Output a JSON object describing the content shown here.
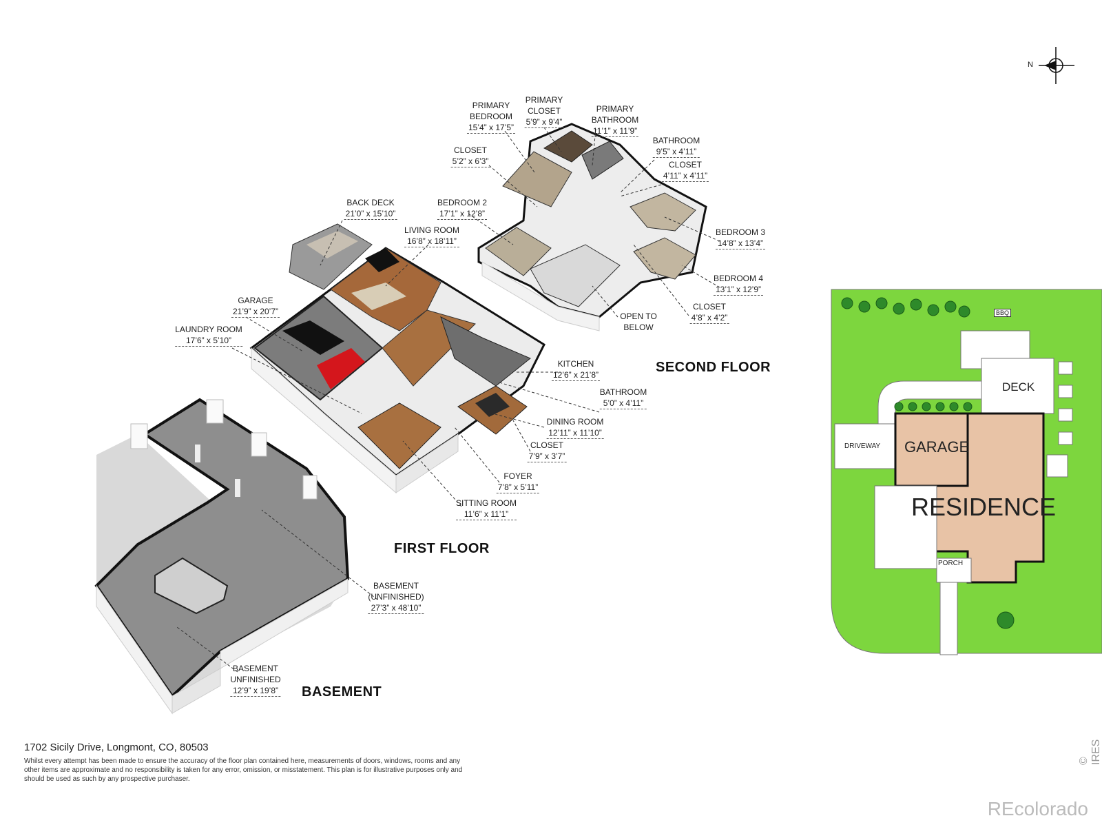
{
  "floors": {
    "second": "SECOND FLOOR",
    "first": "FIRST FLOOR",
    "basement": "BASEMENT"
  },
  "rooms": {
    "primary_bedroom": {
      "name": "PRIMARY\nBEDROOM",
      "dim": "15’4” x 17’5”"
    },
    "primary_closet": {
      "name": "PRIMARY\nCLOSET",
      "dim": "5’9” x 9’4”"
    },
    "primary_bathroom": {
      "name": "PRIMARY\nBATHROOM",
      "dim": "11’1” x 11’9”"
    },
    "closet_upper": {
      "name": "CLOSET",
      "dim": "5’2” x 6’3”"
    },
    "bathroom_upper": {
      "name": "BATHROOM",
      "dim": "9’5” x 4’11”"
    },
    "closet_bath": {
      "name": "CLOSET",
      "dim": "4’11” x 4’11”"
    },
    "back_deck": {
      "name": "BACK DECK",
      "dim": "21’0” x 15’10”"
    },
    "bedroom2": {
      "name": "BEDROOM 2",
      "dim": "17’1” x 12’8”"
    },
    "living_room": {
      "name": "LIVING ROOM",
      "dim": "16’8” x 18’11”"
    },
    "bedroom3": {
      "name": "BEDROOM 3",
      "dim": "14’8” x 13’4”"
    },
    "bedroom4": {
      "name": "BEDROOM 4",
      "dim": "13’1” x 12’9”"
    },
    "garage": {
      "name": "GARAGE",
      "dim": "21’9” x 20’7”"
    },
    "closet_b4": {
      "name": "CLOSET",
      "dim": "4’8” x 4’2”"
    },
    "open_to_below": {
      "name": "OPEN TO\nBELOW",
      "dim": ""
    },
    "laundry": {
      "name": "LAUNDRY ROOM",
      "dim": "17’6” x 5’10”"
    },
    "kitchen": {
      "name": "KITCHEN",
      "dim": "12’6” x 21’8”"
    },
    "bathroom_main": {
      "name": "BATHROOM",
      "dim": "5’0” x 4’11”"
    },
    "dining": {
      "name": "DINING ROOM",
      "dim": "12’11” x 11’10”"
    },
    "closet_main": {
      "name": "CLOSET",
      "dim": "7’9” x 3’7”"
    },
    "foyer": {
      "name": "FOYER",
      "dim": "7’8” x 5’11”"
    },
    "sitting": {
      "name": "SITTING ROOM",
      "dim": "11’6” x 11’1”"
    },
    "basement_main": {
      "name": "BASEMENT\n(UNFINISHED)",
      "dim": "27’3” x 48’10”"
    },
    "basement_unf": {
      "name": "BASEMENT\nUNFINISHED",
      "dim": "12’9” x 19’8”"
    }
  },
  "site_plan": {
    "garage": "GARAGE",
    "residence": "RESIDENCE",
    "driveway": "DRIVEWAY",
    "deck": "DECK",
    "porch": "PORCH",
    "bbq": "BBQ",
    "colors": {
      "lawn": "#7dd63e",
      "building": "#e8c3a6",
      "outline": "#111111"
    }
  },
  "compass": {
    "label": "N"
  },
  "footer": {
    "address": "1702 Sicily Drive, Longmont, CO, 80503",
    "disclaimer": "Whilst every attempt has been made to ensure the accuracy of the floor plan contained here, measurements of doors, windows, rooms and any other items are approximate and no responsibility is taken for any error, omission, or misstatement. This plan is for illustrative purposes only and should be used as such by any prospective purchaser.",
    "watermark_side": "© IRES",
    "brand": "REcolorado"
  }
}
